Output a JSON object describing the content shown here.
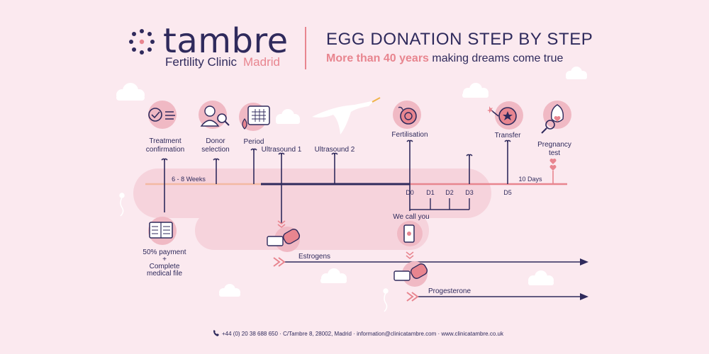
{
  "header": {
    "brand": "tambre",
    "subtitle_a": "Fertility Clinic",
    "subtitle_b": "Madrid",
    "title": "EGG DONATION STEP BY STEP",
    "tagline_bold": "More than 40 years",
    "tagline_rest": "making dreams come true"
  },
  "steps": {
    "treatment": "Treatment\nconfirmation",
    "donor": "Donor\nselection",
    "period": "Period",
    "ultra1": "Ultrasound 1",
    "ultra2": "Ultrasound 2",
    "fertilisation": "Fertilisation",
    "transfer": "Transfer",
    "pregnancy": "Pregnancy\ntest"
  },
  "timeline": {
    "weeks": "6 - 8 Weeks",
    "days": "10 Days",
    "d0": "D0",
    "d1": "D1",
    "d2": "D2",
    "d3": "D3",
    "d5": "D5"
  },
  "lower": {
    "payment": "50% payment\n+\nComplete\nmedical file",
    "we_call": "We call you",
    "estrogens": "Estrogens",
    "progesterone": "Progesterone"
  },
  "footer": {
    "contact": "+44 (0) 20 38 688 650 · C/Tambre 8, 28002, Madrid · information@clinicatambre.com · www.clinicatambre.co.uk"
  },
  "colors": {
    "navy": "#2f2a5c",
    "coral": "#e8858f",
    "peach": "#f3b9a3",
    "blob": "#f6d3dc",
    "bg": "#fbe9ef"
  }
}
